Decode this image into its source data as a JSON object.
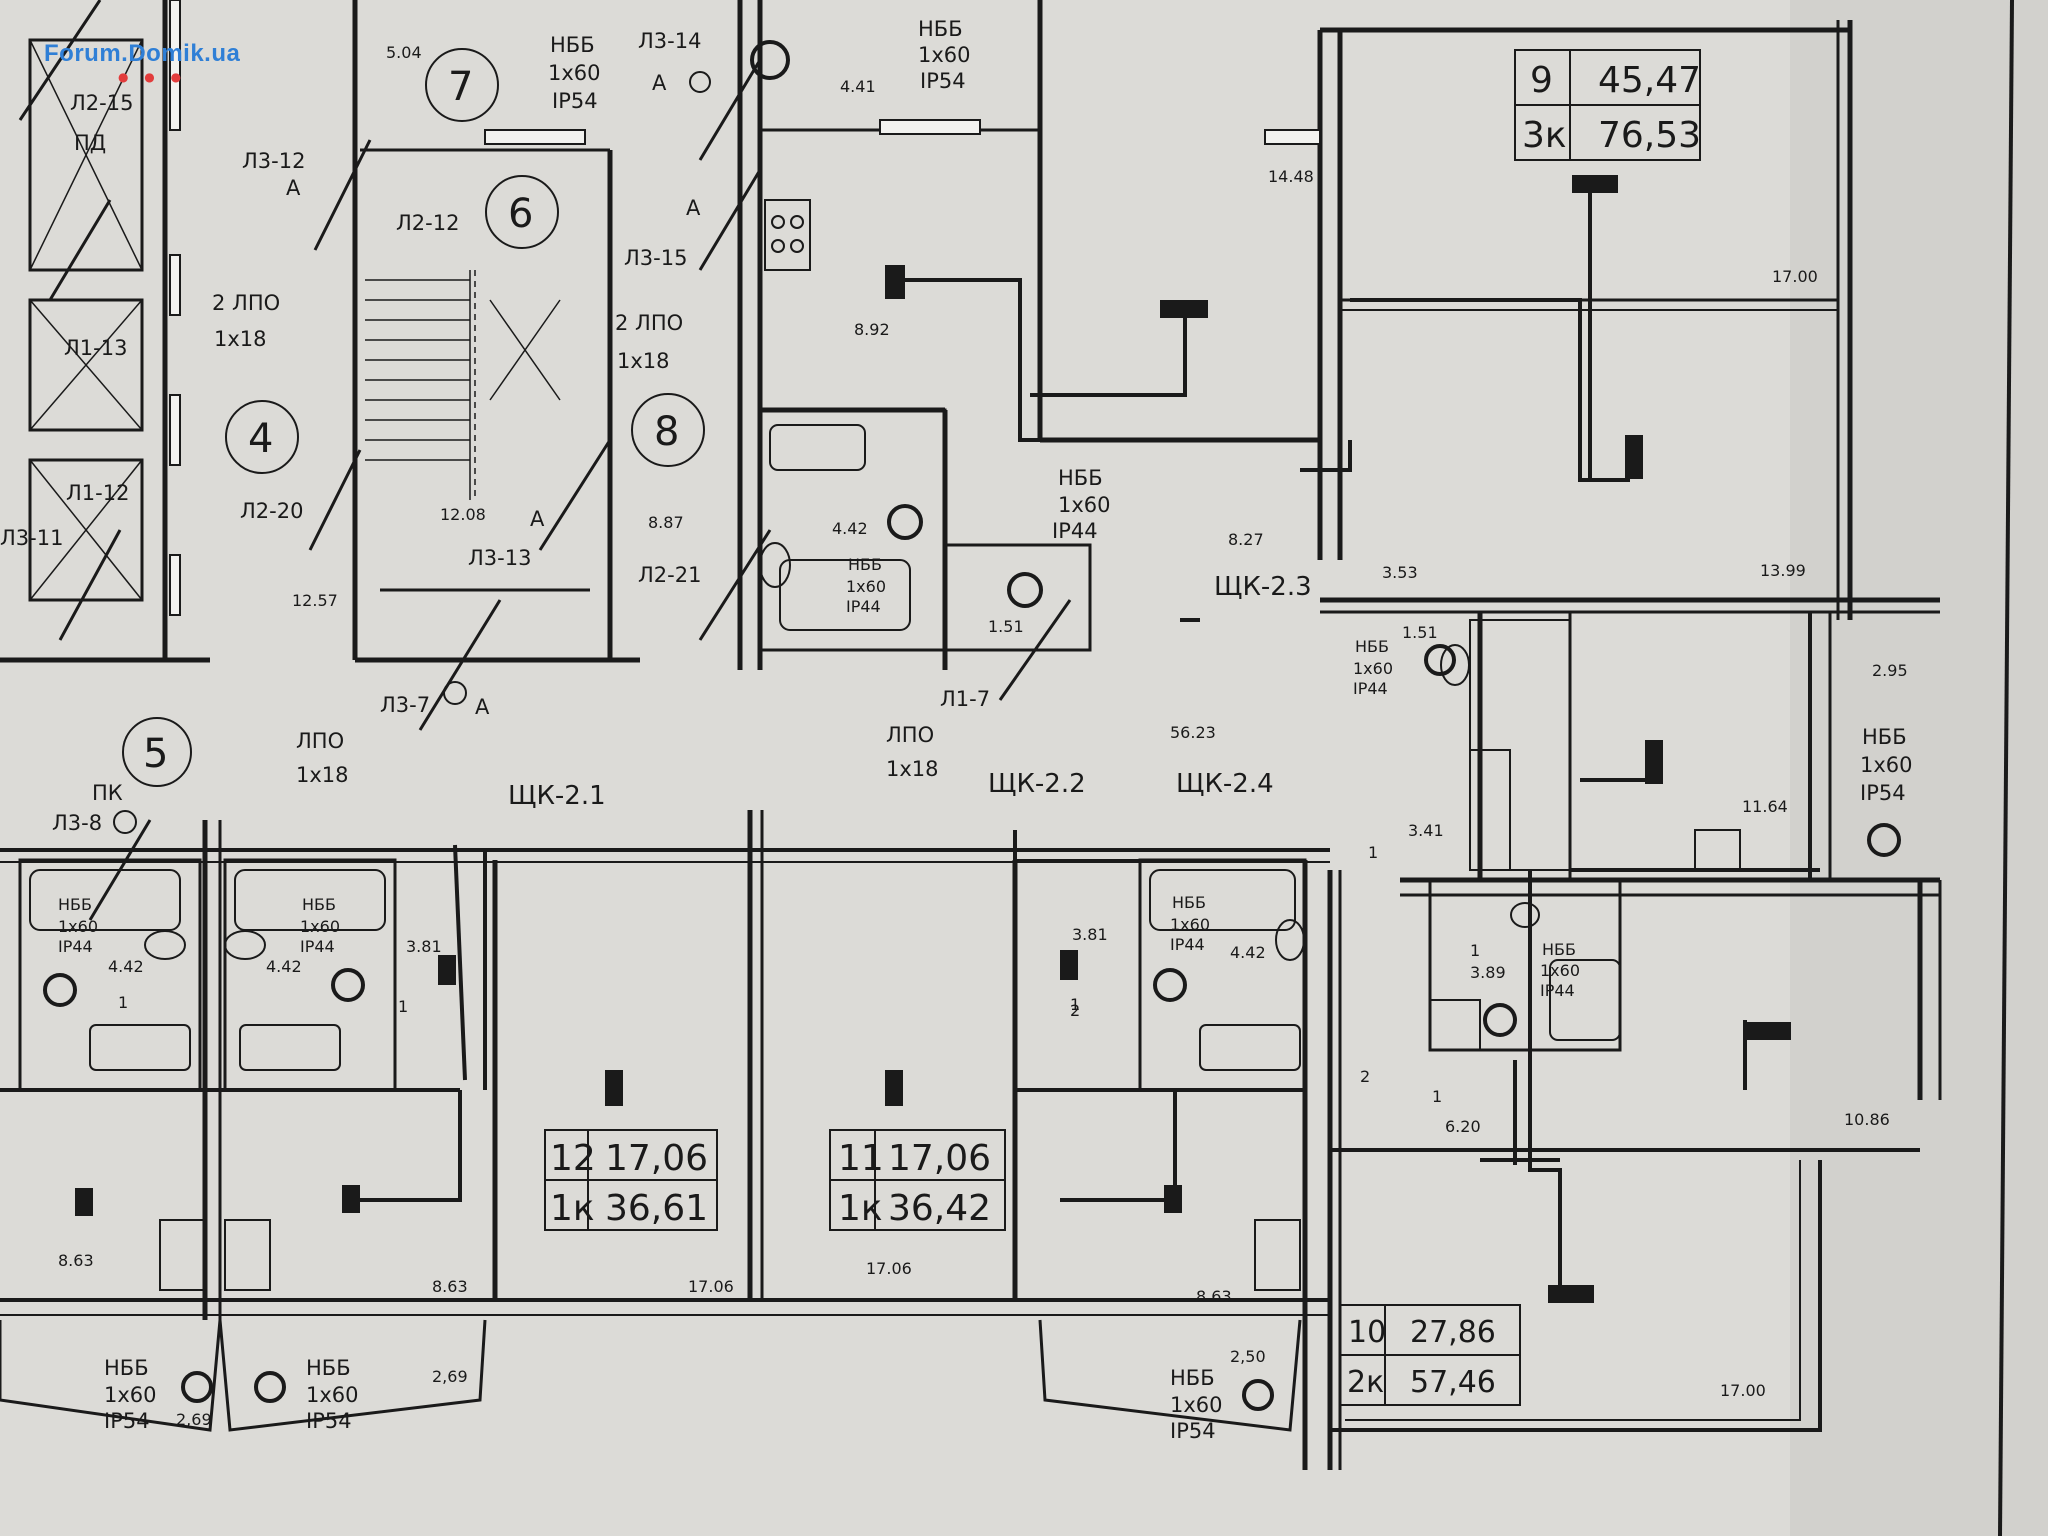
{
  "watermark": "Forum.Domik.ua",
  "apartments": [
    {
      "id": "apt-9",
      "num": "9",
      "living": "45,47",
      "rooms": "3к",
      "total": "76,53"
    },
    {
      "id": "apt-12",
      "num": "12",
      "living": "17,06",
      "rooms": "1к",
      "total": "36,61"
    },
    {
      "id": "apt-11",
      "num": "11",
      "living": "17,06",
      "rooms": "1к",
      "total": "36,42"
    },
    {
      "id": "apt-10",
      "num": "10",
      "living": "27,86",
      "rooms": "2к",
      "total": "57,46"
    }
  ],
  "axes": [
    "7",
    "6",
    "4",
    "8",
    "5"
  ],
  "fixtures": [
    {
      "l1": "НББ",
      "l2": "1х60",
      "l3": "IP54"
    },
    {
      "l1": "НББ",
      "l2": "1х60",
      "l3": "IP54"
    },
    {
      "l1": "НББ",
      "l2": "1х60",
      "l3": "IP44"
    },
    {
      "l1": "НББ",
      "l2": "1х60",
      "l3": "IP44"
    },
    {
      "l1": "НББ",
      "l2": "1х60",
      "l3": "IP44"
    },
    {
      "l1": "НББ",
      "l2": "1х60",
      "l3": "IP44"
    },
    {
      "l1": "НББ",
      "l2": "1х60",
      "l3": "IP44"
    },
    {
      "l1": "НББ",
      "l2": "1х60",
      "l3": "IP44"
    },
    {
      "l1": "НББ",
      "l2": "1х60",
      "l3": "IP44"
    },
    {
      "l1": "НББ",
      "l2": "1х60",
      "l3": "IP54"
    },
    {
      "l1": "НББ",
      "l2": "1х60",
      "l3": "IP54"
    },
    {
      "l1": "НББ",
      "l2": "1х60",
      "l3": "IP54"
    },
    {
      "l1": "НББ",
      "l2": "1х60",
      "l3": "IP54"
    }
  ],
  "lamps": [
    {
      "l1": "2 ЛПО",
      "l2": "1х18"
    },
    {
      "l1": "2 ЛПО",
      "l2": "1х18"
    },
    {
      "l1": "ЛПО",
      "l2": "1х18"
    },
    {
      "l1": "ЛПО",
      "l2": "1х18"
    }
  ],
  "circuit_labels": [
    "Л2-15",
    "ПД",
    "Л1-13",
    "Л1-12",
    "Л3-11",
    "Л3-12",
    "А",
    "Л2-12",
    "Л2-20",
    "Л3-13",
    "А",
    "Л3-14",
    "А",
    "Л3-15",
    "А",
    "Л2-21",
    "Л3-7",
    "А",
    "Л1-7",
    "ПК",
    "Л3-8"
  ],
  "panels": [
    "ЩК-2.1",
    "ЩК-2.2",
    "ЩК-2.3",
    "ЩК-2.4"
  ],
  "areas": [
    "5.04",
    "4.41",
    "14.48",
    "17.00",
    "8.92",
    "8.87",
    "12.08",
    "12.57",
    "4.42",
    "1.51",
    "8.27",
    "3.53",
    "13.99",
    "1.51",
    "2.95",
    "56.23",
    "11.64",
    "3.41",
    "3.81",
    "4.42",
    "4.42",
    "3.81",
    "4.42",
    "3.89",
    "6.20",
    "10.86",
    "8.63",
    "8.63",
    "17.06",
    "17.06",
    "8.63",
    "2,69",
    "2,69",
    "2,50",
    "17.00"
  ],
  "room_tags": [
    "1",
    "1",
    "1",
    "2",
    "1",
    "1",
    "2",
    "1"
  ]
}
